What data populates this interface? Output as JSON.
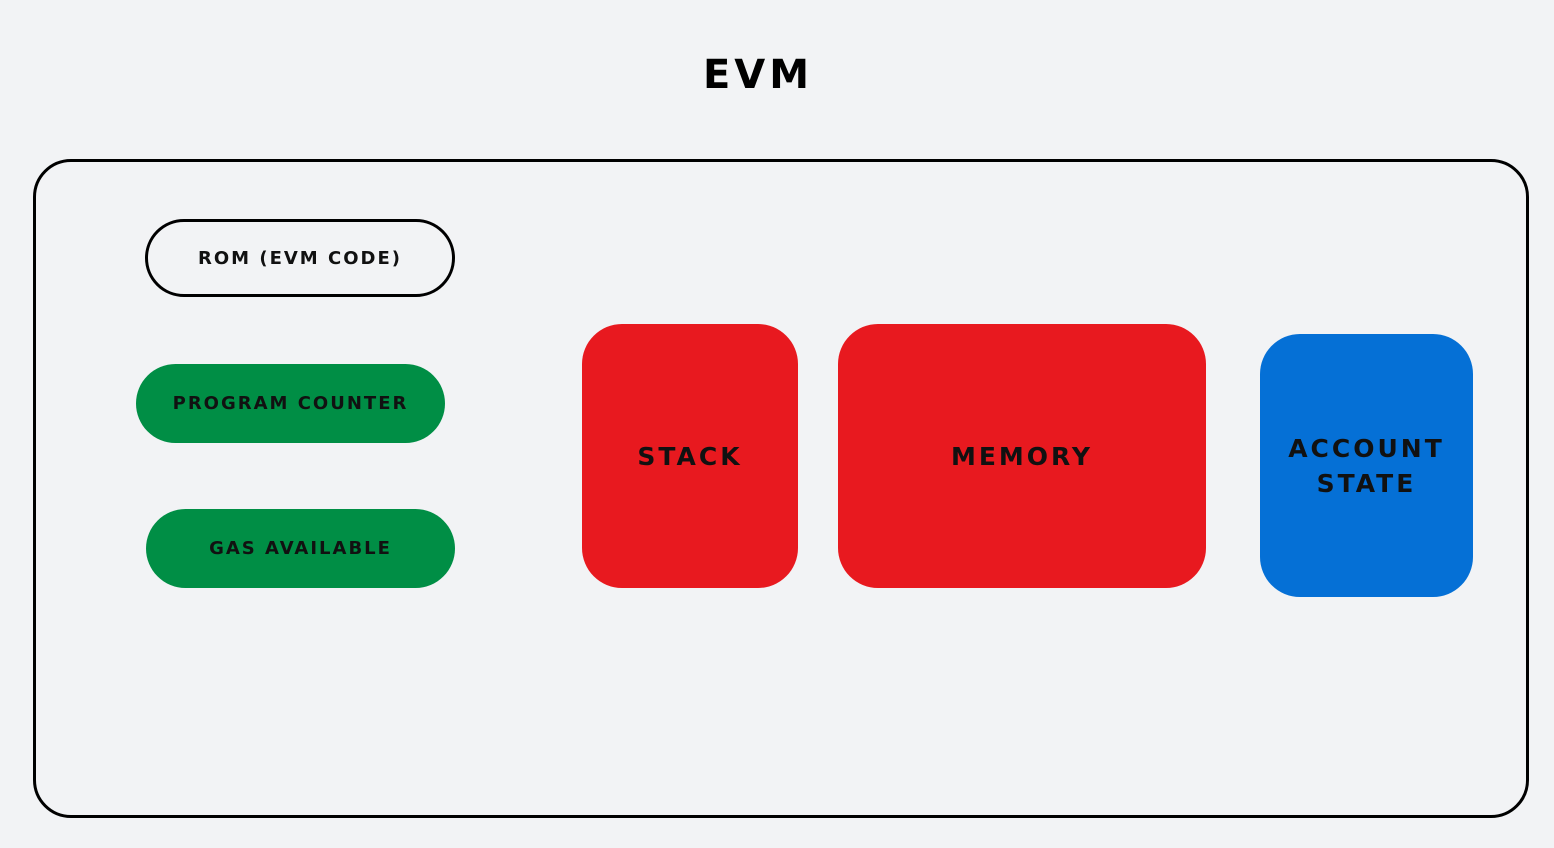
{
  "title": "EVM",
  "components": {
    "rom": "ROM (EVM CODE)",
    "program_counter": "PROGRAM COUNTER",
    "gas_available": "GAS AVAILABLE",
    "stack": "STACK",
    "memory": "MEMORY",
    "account_state": [
      "ACCOUNT",
      "STATE"
    ]
  },
  "colors": {
    "background": "#f2f3f5",
    "green": "#008e45",
    "red": "#e8191f",
    "blue": "#0570d6",
    "outline": "#000000"
  }
}
